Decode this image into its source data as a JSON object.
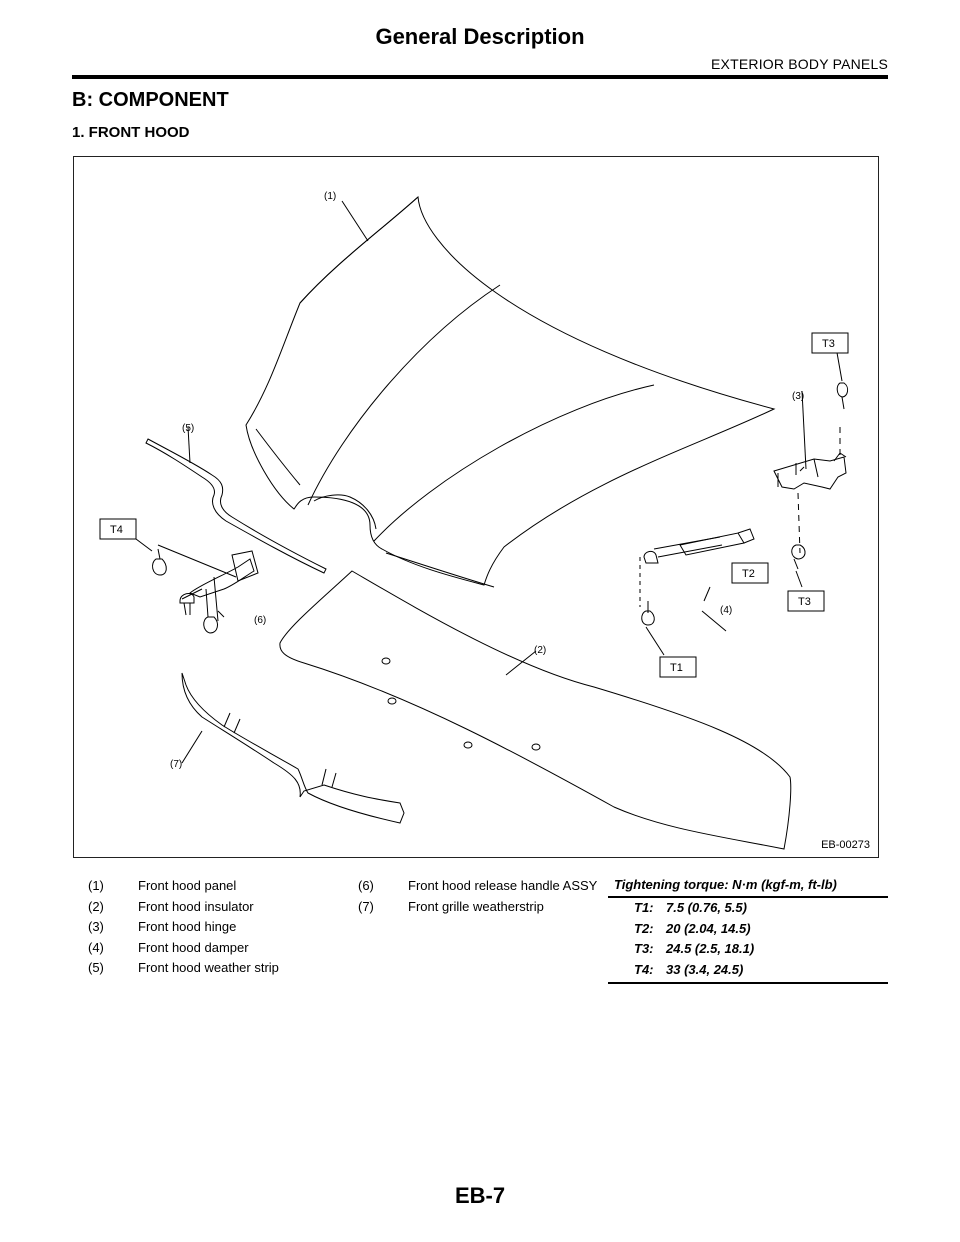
{
  "header": {
    "title": "General Description",
    "section": "EXTERIOR BODY PANELS"
  },
  "section_heading": "B:  COMPONENT",
  "sub_heading": "1.  FRONT HOOD",
  "figure": {
    "id": "EB-00273",
    "callouts": [
      "(1)",
      "(2)",
      "(3)",
      "(4)",
      "(5)",
      "(6)",
      "(7)"
    ],
    "torque_tags": [
      "T1",
      "T2",
      "T3",
      "T3",
      "T4"
    ]
  },
  "legend": {
    "col1": [
      {
        "num": "(1)",
        "text": "Front hood panel"
      },
      {
        "num": "(2)",
        "text": "Front hood insulator"
      },
      {
        "num": "(3)",
        "text": "Front hood hinge"
      },
      {
        "num": "(4)",
        "text": "Front hood damper"
      },
      {
        "num": "(5)",
        "text": "Front hood weather strip"
      }
    ],
    "col2": [
      {
        "num": "(6)",
        "text": "Front hood release handle ASSY"
      },
      {
        "num": "(7)",
        "text": "Front grille weatherstrip"
      }
    ]
  },
  "torque": {
    "heading": "Tightening torque: N·m (kgf-m, ft-lb)",
    "rows": [
      {
        "code": "T1:",
        "value": "7.5 (0.76, 5.5)"
      },
      {
        "code": "T2:",
        "value": "20 (2.04, 14.5)"
      },
      {
        "code": "T3:",
        "value": "24.5 (2.5, 18.1)"
      },
      {
        "code": "T4:",
        "value": "33 (3.4, 24.5)"
      }
    ]
  },
  "footer": {
    "page_number": "EB-7"
  }
}
